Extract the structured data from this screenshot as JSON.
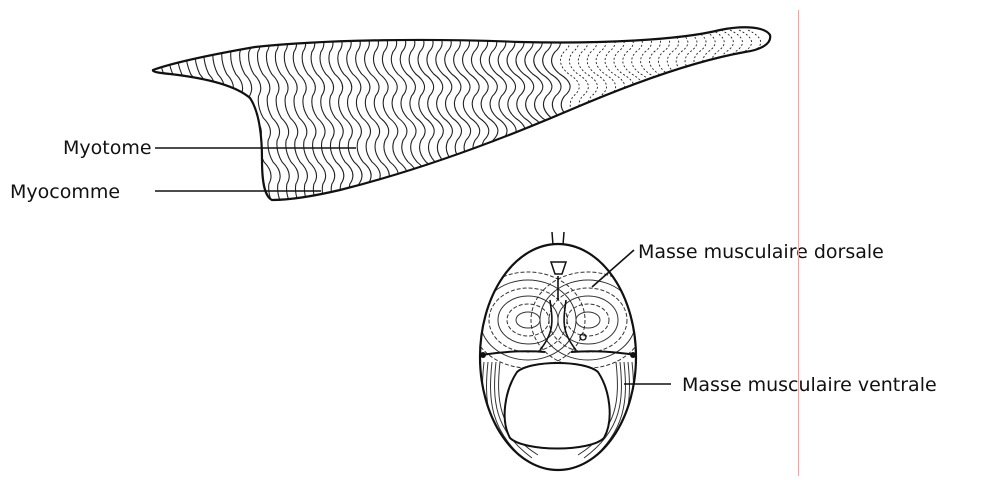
{
  "labels": {
    "myotome": "Myotome",
    "myocomme": "Myocomme",
    "dorsal_mass": "Masse musculaire dorsale",
    "ventral_mass": "Masse musculaire ventrale"
  },
  "colors": {
    "ink": "#111111",
    "margin_line": "#e8a8a8",
    "background": "#ffffff"
  }
}
